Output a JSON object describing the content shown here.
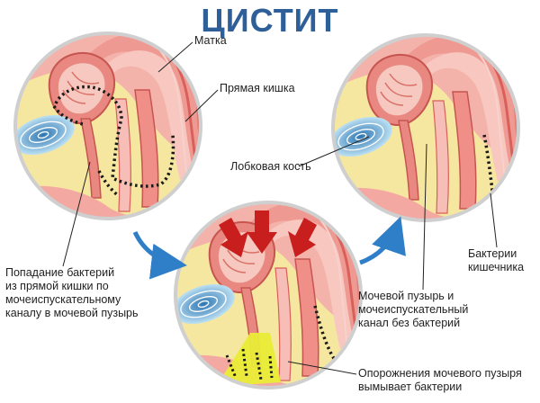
{
  "title": "ЦИСТИТ",
  "labels": {
    "uterus": "Матка",
    "rectum": "Прямая кишка",
    "pubic_bone": "Лобковая кость",
    "bacteria_entry": "Попадание бактерий\nиз прямой кишки по\nмочеиспускательному\nканалу в мочевой пузырь",
    "clean_bladder": "Мочевой пузырь и\nмочеиспускательный\nканал без бактерий",
    "intestinal_bacteria": "Бактерии\nкишечника",
    "voiding": "Опорожнения мочевого пузыря\nвымывает бактерии"
  },
  "colors": {
    "title": "#2f5f98",
    "arrow": "#2f7fc8",
    "pressure_arrow": "#c81e1e",
    "tissue_pink": "#f3a8a2",
    "tissue_dark": "#d9605a",
    "fat_yellow": "#f6e7a0",
    "bone_blue": "#8fc6e6",
    "bacteria": "#1a1a1a",
    "urine": "#e9ec37"
  }
}
